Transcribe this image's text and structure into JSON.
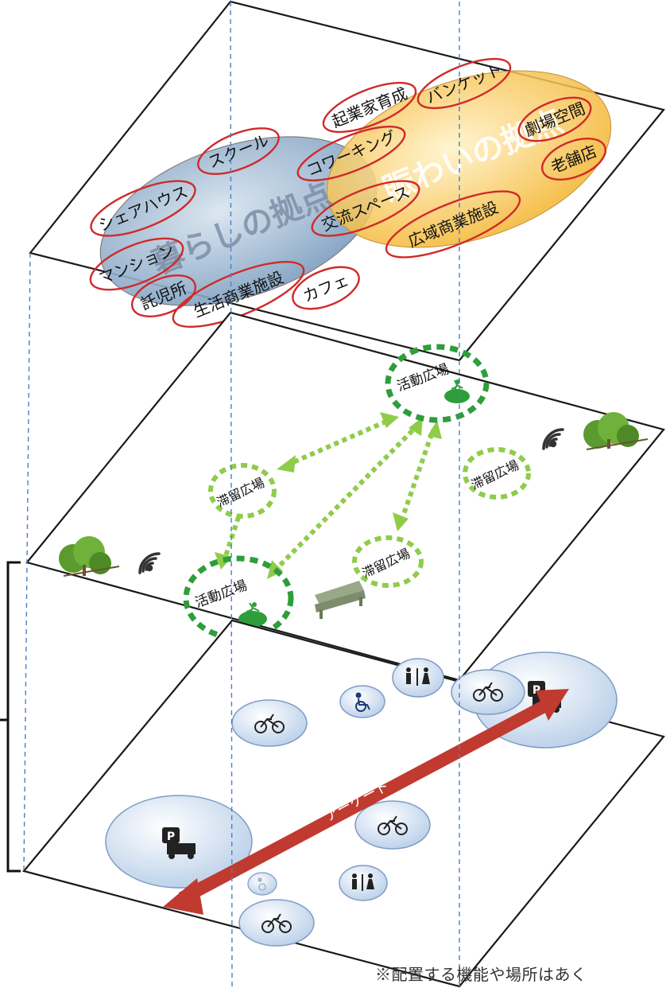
{
  "top_layer": {
    "hub_living": "暮らしの拠点",
    "hub_bustle": "賑わいの拠点",
    "living_labels": [
      "シェアハウス",
      "スクール",
      "マンション",
      "託児所",
      "生活商業施設"
    ],
    "shared_labels": [
      "コワーキング",
      "交流スペース",
      "カフェ"
    ],
    "bustle_labels": [
      "起業家育成",
      "バンケット",
      "劇場空間",
      "老舗店",
      "広域商業施設"
    ]
  },
  "middle_layer": {
    "activity_plaza": "活動広場",
    "stay_plaza": "滞留広場",
    "icons": [
      "tree-icon",
      "wifi-icon",
      "bench-icon",
      "runner-icon"
    ]
  },
  "bottom_layer": {
    "arcade_label": "アーケード",
    "icons": [
      "parking-truck-icon",
      "bicycle-icon",
      "wheelchair-icon",
      "restroom-icon"
    ]
  },
  "colors": {
    "living_circle": "#7d9fc0",
    "bustle_circle": "#f4b530",
    "label_outline": "#d02a2a",
    "plaza_green": "#2e9e3a",
    "plaza_light_green": "#8fcc4a",
    "arcade_arrow": "#c03a30",
    "facility_ellipse": "#c9daf0"
  },
  "footnote": "※配置する機能や場所はあく"
}
